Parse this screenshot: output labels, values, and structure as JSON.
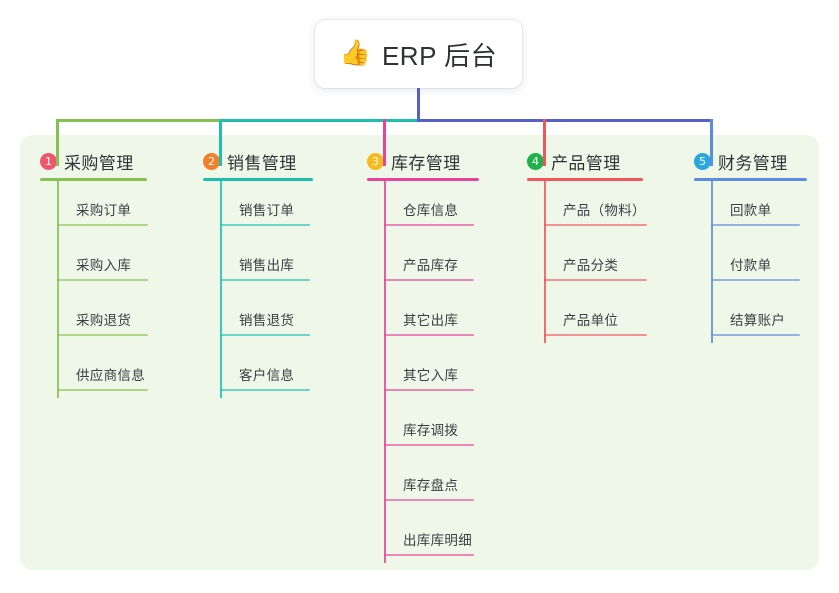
{
  "diagram": {
    "type": "mind-map",
    "title": "ERP 后台",
    "root": {
      "icon": "thumbs-up-icon",
      "icon_glyph": "👍",
      "label": "ERP 后台"
    },
    "panel_color": "#eef7e8",
    "trunk_color": "#5560c8",
    "branches": [
      {
        "number": "1",
        "label": "采购管理",
        "color": "#85c151",
        "badge_color": "#f2556b",
        "items": [
          "采购订单",
          "采购入库",
          "采购退货",
          "供应商信息"
        ]
      },
      {
        "number": "2",
        "label": "销售管理",
        "color": "#1ebfae",
        "badge_color": "#f2802a",
        "items": [
          "销售订单",
          "销售出库",
          "销售退货",
          "客户信息"
        ]
      },
      {
        "number": "3",
        "label": "库存管理",
        "color": "#e8429b",
        "badge_color": "#f5ba20",
        "items": [
          "仓库信息",
          "产品库存",
          "其它出库",
          "其它入库",
          "库存调拨",
          "库存盘点",
          "出库库明细"
        ]
      },
      {
        "number": "4",
        "label": "产品管理",
        "color": "#f2555a",
        "badge_color": "#22b24c",
        "items": [
          "产品（物料）",
          "产品分类",
          "产品单位"
        ]
      },
      {
        "number": "5",
        "label": "财务管理",
        "color": "#5a8de0",
        "badge_color": "#29a8e0",
        "items": [
          "回款单",
          "付款单",
          "结算账户"
        ]
      }
    ]
  }
}
